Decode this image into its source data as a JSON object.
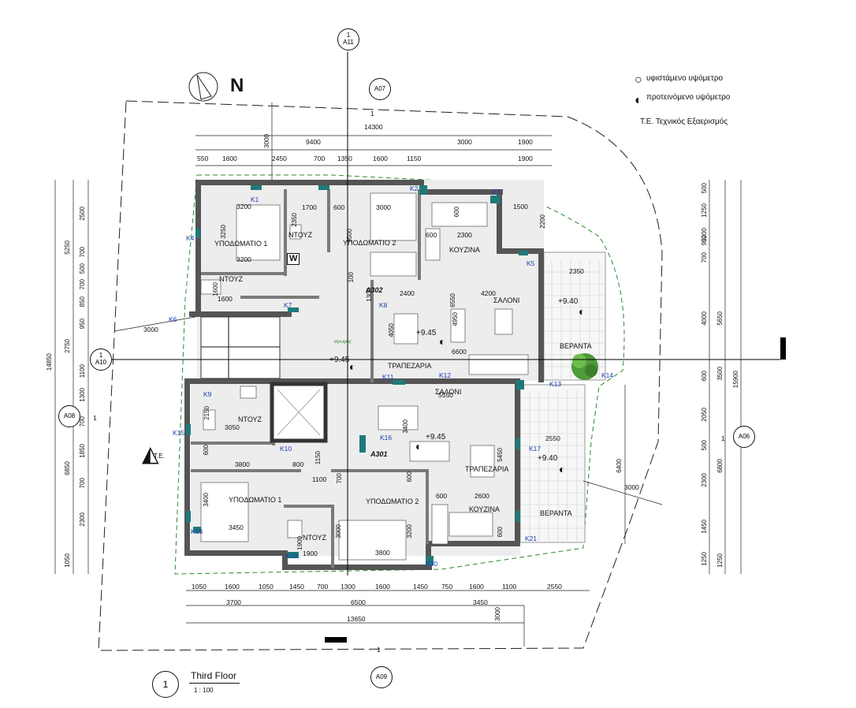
{
  "north_label": "N",
  "legend": {
    "existing": "υφιστάμενο υψόμετρο",
    "proposed": "προτεινόμενο υψόμετρο",
    "note": "Τ.Ε. Τεχνικός Εξαερισμός"
  },
  "view": {
    "number": "1",
    "title": "Third Floor",
    "scale": "1 : 100"
  },
  "section_markers": [
    {
      "id": "A11",
      "num": "1"
    },
    {
      "id": "A07",
      "num": "1"
    },
    {
      "id": "A10",
      "num": "1"
    },
    {
      "id": "A08",
      "num": "1"
    },
    {
      "id": "A06",
      "num": "1"
    },
    {
      "id": "A09",
      "num": "1"
    }
  ],
  "apartments": [
    "A302",
    "A301"
  ],
  "levels": [
    "+9.40",
    "+9.45",
    "+9.45",
    "+9.45",
    "+9.40"
  ],
  "rooms": {
    "upper": [
      "ΥΠΟΔΩΜΑΤΙΟ 1",
      "ΝΤΟΥΖ",
      "ΥΠΟΔΩΜΑΤΙΟ 2",
      "ΚΟΥΖΙΝΑ",
      "ΝΤΟΥΖ",
      "ΣΑΛΟΝΙ",
      "ΤΡΑΠΕΖΑΡΙΑ",
      "ΒΕΡΑΝΤΑ"
    ],
    "lower": [
      "ΝΤΟΥΖ",
      "ΣΑΛΟΝΙ",
      "ΤΡΑΠΕΖΑΡΙΑ",
      "ΥΠΟΔΩΜΑΤΙΟ 1",
      "ΥΠΟΔΩΜΑΤΙΟ 2",
      "ΚΟΥΖΙΝΑ",
      "ΝΤΟΥΖ",
      "ΒΕΡΑΝΤΑ"
    ]
  },
  "tags": [
    "K1",
    "K2",
    "K3",
    "K4",
    "K5",
    "K6",
    "K7",
    "K8",
    "K9",
    "K10",
    "K11",
    "K12",
    "K13",
    "K14",
    "K15",
    "K16",
    "K17",
    "K18",
    "K19",
    "K20",
    "K21"
  ],
  "top_dims": {
    "overall": "14300",
    "row2": [
      "9400",
      "3000",
      "1900"
    ],
    "row3": [
      "550",
      "1600",
      "2450",
      "700",
      "1350",
      "1600",
      "1150",
      "1900"
    ],
    "offset": "3000"
  },
  "bottom_dims": {
    "row1": [
      "1050",
      "1600",
      "1050",
      "1450",
      "700",
      "1300",
      "1600",
      "1450",
      "750",
      "1600",
      "1100",
      "2550"
    ],
    "row2": [
      "3700",
      "6500",
      "3450"
    ],
    "overall": "13650",
    "offset": "3000"
  },
  "left_dims": {
    "overall": "14850",
    "row2": [
      "5250",
      "2750",
      "6850",
      "1050"
    ],
    "row3": [
      "2500",
      "700",
      "500",
      "700",
      "850",
      "950",
      "1100",
      "1300",
      "700",
      "1850",
      "700",
      "2300"
    ],
    "offset": "3000"
  },
  "right_dims": {
    "overall": "15900",
    "row2": [
      "5650",
      "3500",
      "6800",
      "1250"
    ],
    "row3": [
      "500",
      "1250",
      "2200",
      "950",
      "700",
      "4000",
      "600",
      "2050",
      "500",
      "2300",
      "1450",
      "1250"
    ],
    "veranda": "6400",
    "offset": "3000"
  },
  "interior_dims": [
    "3200",
    "3250",
    "3200",
    "1700",
    "2350",
    "600",
    "3000",
    "9500",
    "600",
    "2300",
    "600",
    "1500",
    "2200",
    "2350",
    "1300",
    "100",
    "2400",
    "6550",
    "4950",
    "4200",
    "4050",
    "6600",
    "1600",
    "1600",
    "5550",
    "2150",
    "3050",
    "3400",
    "5450",
    "2550",
    "3800",
    "800",
    "1150",
    "1100",
    "700",
    "600",
    "600",
    "2600",
    "3400",
    "3450",
    "1900",
    "1900",
    "3000",
    "3800",
    "3200",
    "600",
    "600"
  ],
  "misc": [
    "W",
    "αγωγός",
    "Τ.Ε."
  ]
}
